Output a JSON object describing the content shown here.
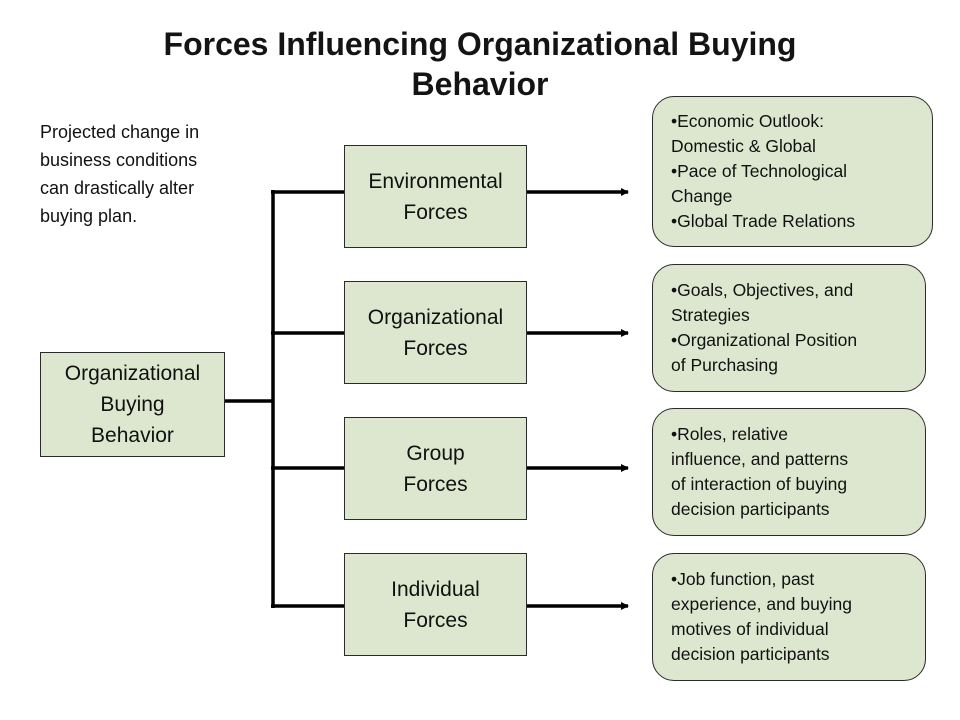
{
  "title": {
    "line1": "Forces Influencing Organizational Buying",
    "line2": "Behavior"
  },
  "note": {
    "lines": [
      "Projected change in",
      "business conditions",
      "can drastically alter",
      "buying plan."
    ]
  },
  "source": {
    "lines": [
      "Organizational",
      "Buying",
      "Behavior"
    ]
  },
  "forces": [
    {
      "lines": [
        "Environmental",
        "Forces"
      ]
    },
    {
      "lines": [
        "Organizational",
        "Forces"
      ]
    },
    {
      "lines": [
        "Group",
        "Forces"
      ]
    },
    {
      "lines": [
        "Individual",
        "Forces"
      ]
    }
  ],
  "details": [
    {
      "lines": [
        "•Economic Outlook:",
        "Domestic & Global",
        "•Pace of Technological",
        "Change",
        "•Global Trade Relations"
      ]
    },
    {
      "lines": [
        "•Goals, Objectives, and",
        "Strategies",
        "•Organizational Position",
        "of Purchasing"
      ]
    },
    {
      "lines": [
        "•Roles, relative",
        "influence, and patterns",
        "of interaction of buying",
        "decision participants"
      ]
    },
    {
      "lines": [
        "•Job function, past",
        "experience, and buying",
        "motives of individual",
        "decision participants"
      ]
    }
  ],
  "colors": {
    "box_fill": "#dde7cf",
    "border": "#2b2b2b",
    "line": "#000000"
  }
}
